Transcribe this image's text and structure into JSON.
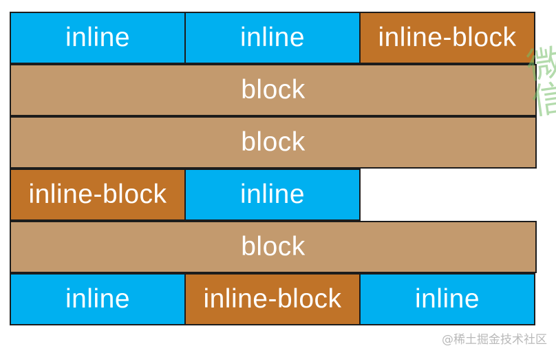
{
  "diagram": {
    "rows": [
      [
        {
          "kind": "inline",
          "label": "inline"
        },
        {
          "kind": "inline",
          "label": "inline"
        },
        {
          "kind": "inline-block",
          "label": "inline-block"
        }
      ],
      [
        {
          "kind": "block",
          "label": "block"
        }
      ],
      [
        {
          "kind": "block",
          "label": "block"
        }
      ],
      [
        {
          "kind": "inline-block",
          "label": "inline-block"
        },
        {
          "kind": "inline",
          "label": "inline"
        }
      ],
      [
        {
          "kind": "block",
          "label": "block"
        }
      ],
      [
        {
          "kind": "inline",
          "label": "inline"
        },
        {
          "kind": "inline-block",
          "label": "inline-block"
        },
        {
          "kind": "inline",
          "label": "inline"
        }
      ]
    ],
    "colors": {
      "inline": "#00b0f0",
      "inline_block": "#c07328",
      "block": "#c39a6e",
      "border": "#1c1c1c"
    }
  },
  "watermarks": {
    "side_text": "微信",
    "footer_text": "@稀土掘金技术社区"
  }
}
